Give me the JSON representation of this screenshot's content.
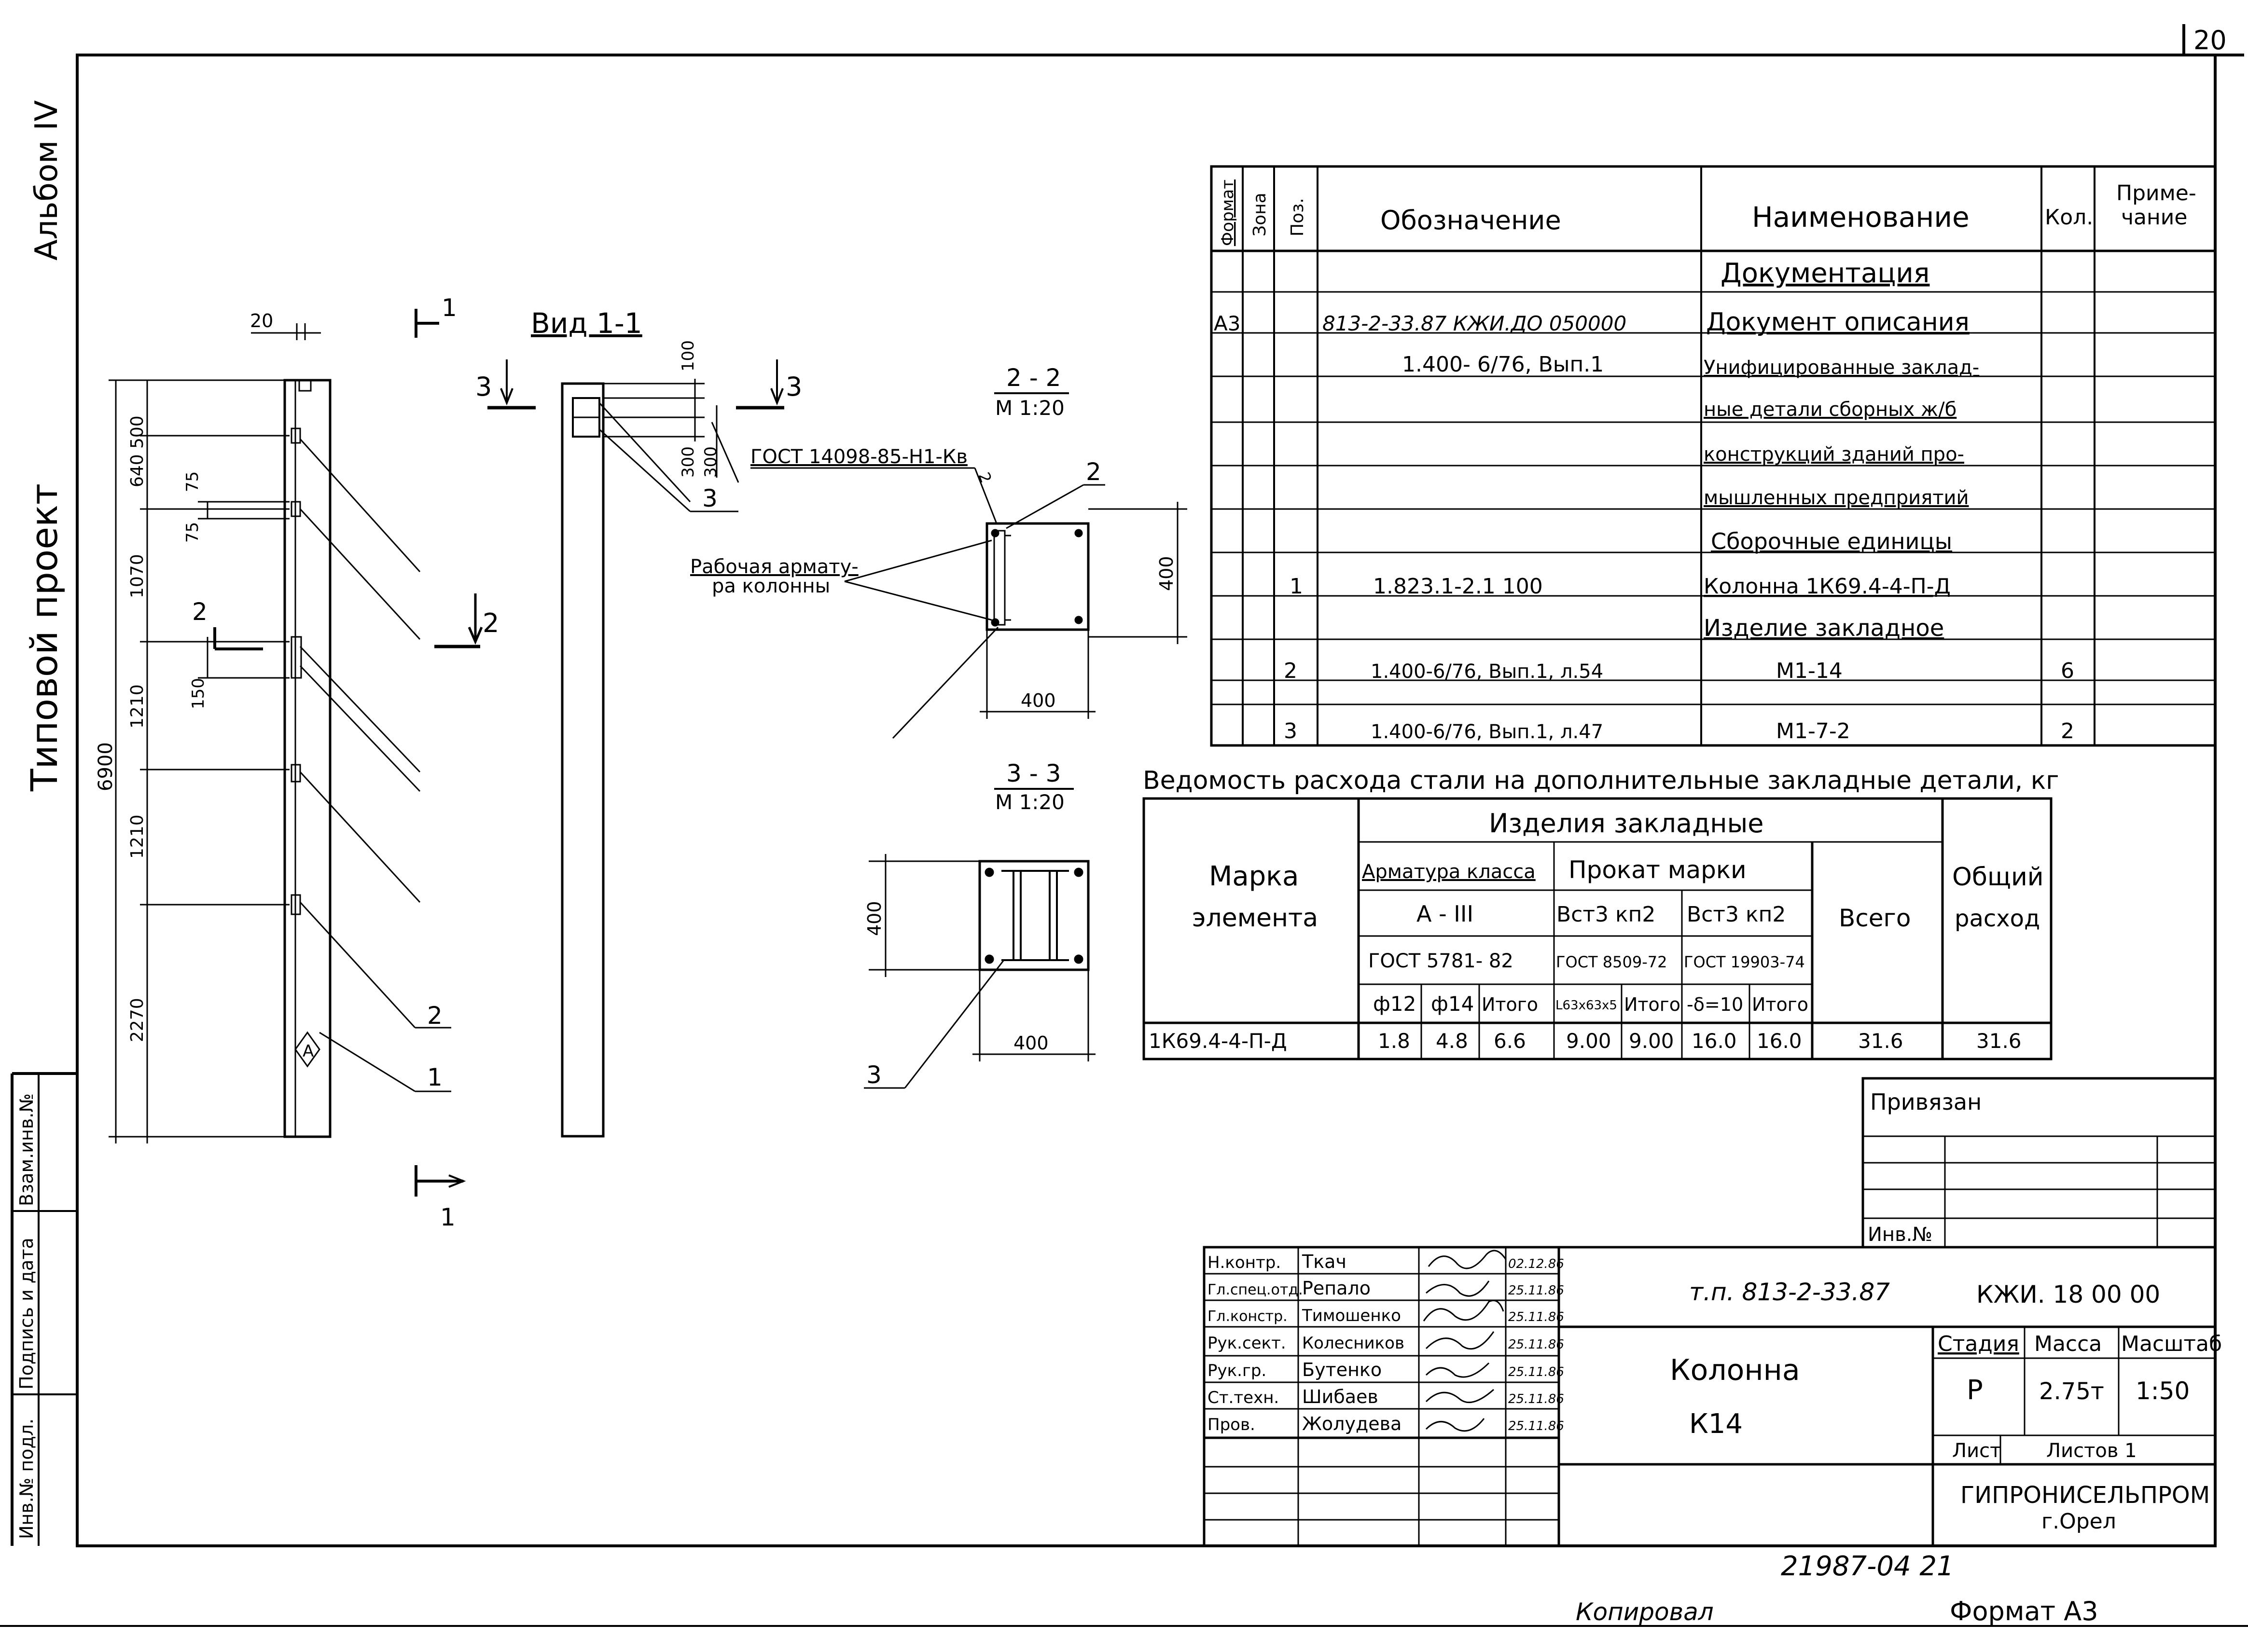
{
  "sheet": {
    "number": "20",
    "album": "Альбом IV",
    "project": "Типовой проект",
    "copied": "Копировал",
    "format": "Формат А3",
    "archive": "21987-04  21"
  },
  "side_stamp": [
    "Инв.№ подл.",
    "Подпись и дата",
    "Взам.инв.№"
  ],
  "drawing": {
    "view_title": "Вид 1-1",
    "section_22": "2 - 2",
    "section_33": "3 - 3",
    "scale_22": "М 1:20",
    "scale_33": "М 1:20",
    "rebar_note_1": "Рабочая армату-",
    "rebar_note_2": "ра колонны",
    "gost_note": "ГОСТ 14098-85-Н1-Кв",
    "cut1": "1",
    "cut2": "2",
    "cut3": "3",
    "lbl_A": "А",
    "dims": {
      "top": "20",
      "total": "6900",
      "d500": "500",
      "d640": "640",
      "d75a": "75",
      "d75b": "75",
      "d1070": "1070",
      "d150": "150",
      "d1210a": "1210",
      "d1210b": "1210",
      "d2270": "2270",
      "d100": "100",
      "d300a": "300",
      "d300b": "300",
      "d400a": "400",
      "d400b": "400",
      "d400c": "400",
      "d400d": "400"
    }
  },
  "spec": {
    "headers": [
      "Формат",
      "Зона",
      "Поз.",
      "Обозначение",
      "Наименование",
      "Кол.",
      "Приме-",
      "чание"
    ],
    "rows": [
      {
        "fmt": "",
        "pos": "",
        "designation": "",
        "name": "Документация",
        "qty": ""
      },
      {
        "fmt": "А3",
        "pos": "",
        "designation": "813-2-33.87  КЖИ.ДО 050000",
        "name": "Документ   описания",
        "qty": ""
      },
      {
        "fmt": "",
        "pos": "",
        "designation": "1.400- 6/76, Вып.1",
        "name": "Унифицированные заклад-",
        "qty": ""
      },
      {
        "fmt": "",
        "pos": "",
        "designation": "",
        "name": "ные детали сборных ж/б",
        "qty": ""
      },
      {
        "fmt": "",
        "pos": "",
        "designation": "",
        "name": "конструкций зданий про-",
        "qty": ""
      },
      {
        "fmt": "",
        "pos": "",
        "designation": "",
        "name": "мышленных предприятий",
        "qty": ""
      },
      {
        "fmt": "",
        "pos": "",
        "designation": "",
        "name": "Сборочные   единицы",
        "qty": ""
      },
      {
        "fmt": "",
        "pos": "1",
        "designation": "1.823.1-2.1      100",
        "name": "Колонна 1К69.4-4-П-Д",
        "qty": ""
      },
      {
        "fmt": "",
        "pos": "",
        "designation": "",
        "name": "Изделие   закладное",
        "qty": ""
      },
      {
        "fmt": "",
        "pos": "2",
        "designation": "1.400-6/76, Вып.1, л.54",
        "name": "М1-14",
        "qty": "6"
      },
      {
        "fmt": "",
        "pos": "3",
        "designation": "1.400-6/76, Вып.1, л.47",
        "name": "М1-7-2",
        "qty": "2"
      }
    ]
  },
  "steel": {
    "title": "Ведомость расхода стали на дополнительные закладные детали, кг",
    "h_mark_1": "Марка",
    "h_mark_2": "элемента",
    "h_items": "Изделия   закладные",
    "h_rebar": "Арматура класса",
    "h_rebar_cls": "А - III",
    "h_rebar_gost": "ГОСТ 5781- 82",
    "h_rolled": "Прокат   марки",
    "h_vst1": "Вст3 кп2",
    "h_vst2": "Вст3 кп2",
    "h_gost1": "ГОСТ 8509-72",
    "h_gost2": "ГОСТ 19903-74",
    "h_total": "Всего",
    "h_common_1": "Общий",
    "h_common_2": "расход",
    "sub": [
      "ф12",
      "ф14",
      "Итого",
      "L63х63х5",
      "Итого",
      "-δ=10",
      "Итого"
    ],
    "row": [
      "1К69.4-4-П-Д",
      "1.8",
      "4.8",
      "6.6",
      "9.00",
      "9.00",
      "16.0",
      "16.0",
      "31.6",
      "31.6"
    ]
  },
  "tb": {
    "privyazan": "Привязан",
    "inv": "Инв.№",
    "roles": [
      "Н.контр.",
      "Гл.спец.отд.",
      "Гл.констр.",
      "Рук.сект.",
      "Рук.гр.",
      "Ст.техн.",
      "Пров."
    ],
    "names": [
      "Ткач",
      "Репало",
      "Тимошенко",
      "Колесников",
      "Бутенко",
      "Шибаев",
      "Жолудева"
    ],
    "dates": [
      "02.12.86",
      "25.11.86",
      "25.11.86",
      "25.11.86",
      "25.11.86",
      "25.11.86",
      "25.11.86"
    ],
    "doc_code": "т.п. 813-2-33.87",
    "kzhi": "КЖИ. 18 00 00",
    "title_1": "Колонна",
    "title_2": "К14",
    "stage_h": "Стадия",
    "mass_h": "Масса",
    "scale_h": "Масштаб",
    "stage": "Р",
    "mass": "2.75т",
    "scale": "1:50",
    "sheet_h": "Лист",
    "sheets_h": "Листов 1",
    "org_1": "ГИПРОНИСЕЛЬПРОМ",
    "org_2": "г.Орел"
  }
}
